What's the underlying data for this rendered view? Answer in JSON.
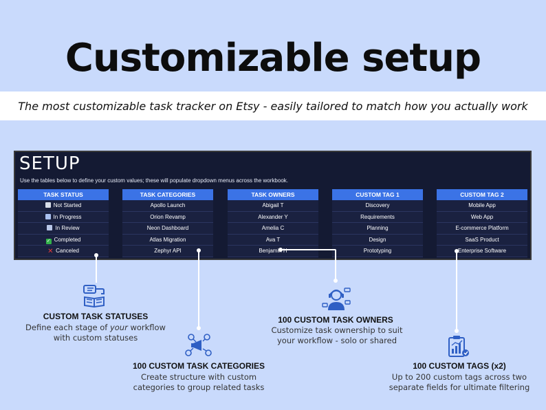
{
  "hero": {
    "title": "Customizable setup",
    "subtitle": "The most customizable task tracker on Etsy - easily tailored to match how you actually work"
  },
  "sheet": {
    "title": "SETUP",
    "description": "Use the tables below to define your custom values; these will populate dropdown menus across the workbook.",
    "columns": [
      {
        "header": "TASK STATUS",
        "items": [
          "Not Started",
          "In Progress",
          "In Review",
          "Completed",
          "Canceled"
        ]
      },
      {
        "header": "TASK CATEGORIES",
        "items": [
          "Apollo Launch",
          "Orion Revamp",
          "Neon Dashboard",
          "Atlas Migration",
          "Zephyr API"
        ]
      },
      {
        "header": "TASK OWNERS",
        "items": [
          "Abigail T",
          "Alexander Y",
          "Amelia C",
          "Ava T",
          "Benjamin H"
        ]
      },
      {
        "header": "CUSTOM TAG 1",
        "items": [
          "Discovery",
          "Requirements",
          "Planning",
          "Design",
          "Prototyping"
        ]
      },
      {
        "header": "CUSTOM TAG 2",
        "items": [
          "Mobile App",
          "Web App",
          "E-commerce Platform",
          "SaaS Product",
          "Enterprise Software"
        ]
      }
    ]
  },
  "features": {
    "statuses": {
      "title": "CUSTOM TASK STATUSES",
      "desc_line1_pre": "Define each stage of ",
      "desc_line1_em": "your",
      "desc_line1_post": " workflow",
      "desc_line2": "with custom statuses",
      "icon": "book-chat-icon"
    },
    "categories": {
      "title": "100 CUSTOM TASK CATEGORIES",
      "desc_line1": "Create structure with custom",
      "desc_line2": "categories to group related tasks",
      "icon": "megaphone-network-icon"
    },
    "owners": {
      "title": "100 CUSTOM TASK OWNERS",
      "desc_line1": "Customize task ownership to suit",
      "desc_line2": "your workflow - solo or shared",
      "icon": "person-headset-icon"
    },
    "tags": {
      "title": "100 CUSTOM TAGS (x2)",
      "desc_line1": "Up to 200 custom tags across two",
      "desc_line2": "separate fields for ultimate filtering",
      "icon": "clipboard-chart-icon"
    }
  },
  "colors": {
    "background": "#c9dafc",
    "sheet_bg": "#141a33",
    "header_blue": "#3b73e6",
    "icon_blue": "#2f5fc4"
  }
}
